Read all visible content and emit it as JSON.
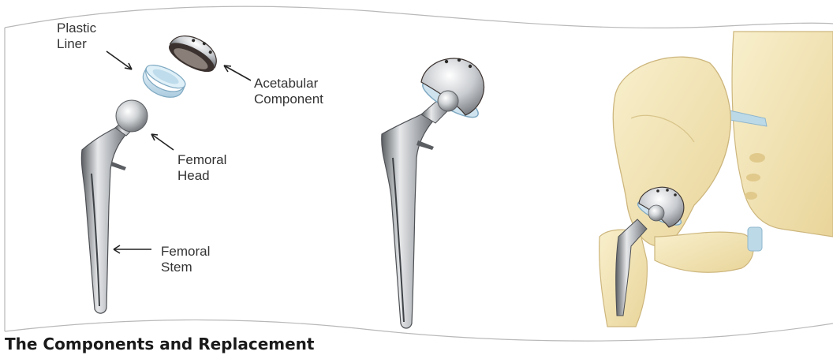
{
  "labels": {
    "plastic_liner": [
      "Plastic",
      "Liner"
    ],
    "acetabular_component": [
      "Acetabular",
      "Component"
    ],
    "femoral_head": [
      "Femoral",
      "Head"
    ],
    "femoral_stem": [
      "Femoral",
      "Stem"
    ]
  },
  "caption": "The Components and Replacement",
  "colors": {
    "metal_light": "#e6e8ea",
    "metal_dark": "#5a5d61",
    "cup_dark": "#3b322f",
    "liner": "#cfe3ef",
    "bone": "#f4e7b8",
    "bone_edge": "#cdb67d",
    "cartilage": "#bcd9e8",
    "frame_line": "#b8b8b8"
  }
}
